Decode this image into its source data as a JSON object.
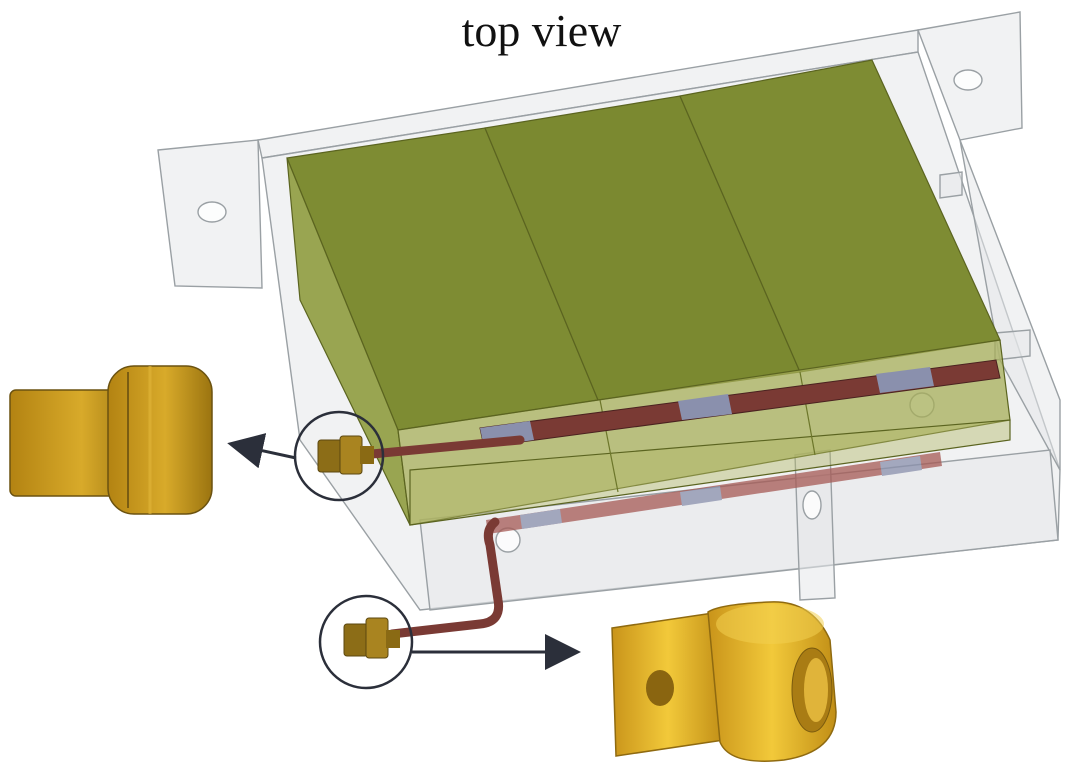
{
  "title": "top view",
  "colors": {
    "cell_green": "#7e8c33",
    "cell_green_light": "#8f9c3f",
    "tab_blue": "#8a90ad",
    "strip_red": "#7a3a34",
    "brass": "#c99a1e",
    "brass_dark": "#8a6a14",
    "frame_line": "#9aa0a4",
    "frame_fill": "#e3e5e6",
    "callout": "#2b2f3a"
  },
  "components": [
    {
      "name": "battery-cell",
      "count": 3
    },
    {
      "name": "terminal-connector",
      "count": 2
    }
  ]
}
